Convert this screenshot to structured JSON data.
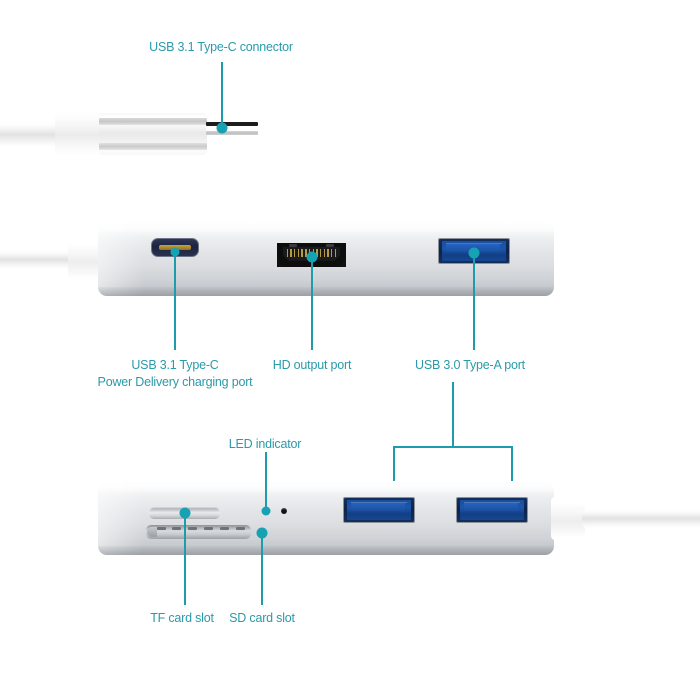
{
  "diagram": {
    "title": "USB 3.1 Type-C multiport hub callout diagram",
    "accent_color": "#1c9cac",
    "label_color": "#2a9aaa",
    "background_color": "#ffffff"
  },
  "callouts": {
    "typec_connector": "USB 3.1 Type-C connector",
    "pd_charging_line1": "USB 3.1 Type-C",
    "pd_charging_line2": "Power Delivery charging port",
    "hd_output": "HD output port",
    "usb30_typea": "USB 3.0 Type-A port",
    "led_indicator": "LED indicator",
    "tf_card_slot": "TF card slot",
    "sd_card_slot": "SD card slot"
  },
  "parts": {
    "cable": "usb-cable",
    "connector_tip": "type-c-connector-tip",
    "hub_front": "hub-front-face",
    "hub_back": "hub-back-face",
    "port_usbc": "usb-c-power-delivery-port",
    "port_hdmi": "hdmi-output-port",
    "port_usba_front": "usb-a-port-front",
    "port_usba_left": "usb-a-port-left",
    "port_usba_right": "usb-a-port-right",
    "slot_tf": "tf-card-slot",
    "slot_sd": "sd-card-slot",
    "led": "led-indicator-light"
  }
}
